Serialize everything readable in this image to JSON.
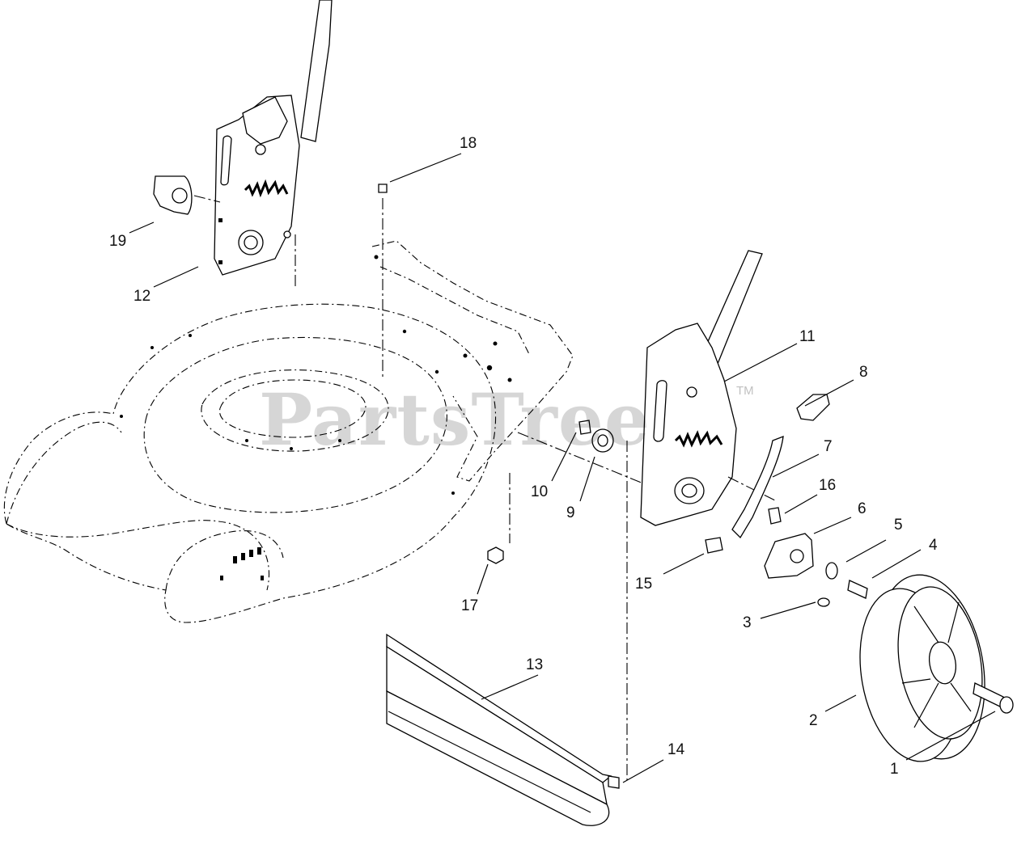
{
  "watermark": {
    "text": "PartsTree",
    "trademark": "TM"
  },
  "callouts": [
    {
      "num": "1"
    },
    {
      "num": "2"
    },
    {
      "num": "3"
    },
    {
      "num": "4"
    },
    {
      "num": "5"
    },
    {
      "num": "6"
    },
    {
      "num": "7"
    },
    {
      "num": "8"
    },
    {
      "num": "9"
    },
    {
      "num": "10"
    },
    {
      "num": "11"
    },
    {
      "num": "12"
    },
    {
      "num": "13"
    },
    {
      "num": "14"
    },
    {
      "num": "15"
    },
    {
      "num": "16"
    },
    {
      "num": "17"
    },
    {
      "num": "18"
    },
    {
      "num": "19"
    }
  ]
}
